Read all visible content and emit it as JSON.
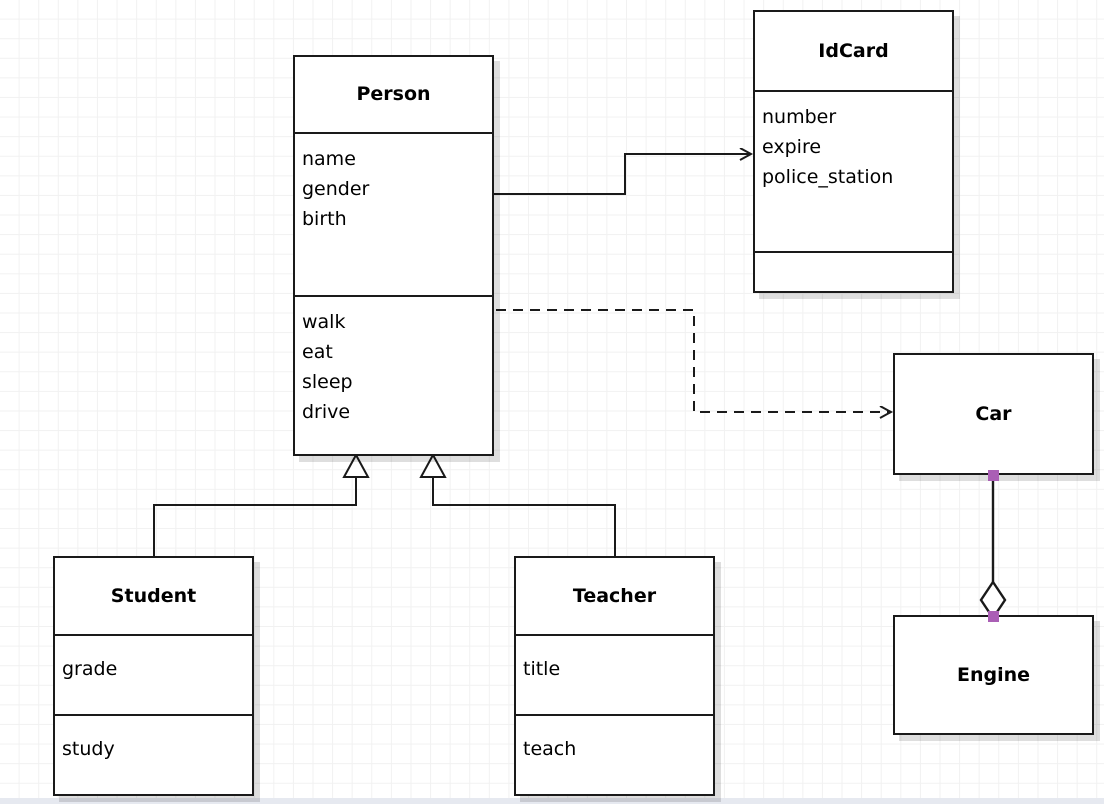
{
  "diagram": {
    "type": "uml-class-diagram",
    "background": "#ffffff",
    "grid_color": "#f1f1f1",
    "line_color": "#1a1a1a",
    "handle_color": "#aa5fb5",
    "shadow_color": "rgba(0,0,0,0.13)"
  },
  "classes": {
    "person": {
      "name": "Person",
      "attributes": [
        "name",
        "gender",
        "birth"
      ],
      "operations": [
        "walk",
        "eat",
        "sleep",
        "drive"
      ]
    },
    "idcard": {
      "name": "IdCard",
      "attributes": [
        "number",
        "expire",
        "police_station"
      ],
      "operations": []
    },
    "student": {
      "name": "Student",
      "attributes": [
        "grade"
      ],
      "operations": [
        "study"
      ]
    },
    "teacher": {
      "name": "Teacher",
      "attributes": [
        "title"
      ],
      "operations": [
        "teach"
      ]
    },
    "car": {
      "name": "Car"
    },
    "engine": {
      "name": "Engine"
    }
  },
  "relationships": [
    {
      "id": "person-idcard",
      "kind": "association",
      "style": "solid",
      "arrowhead": "open",
      "source": "Person",
      "target": "IdCard"
    },
    {
      "id": "person-car",
      "kind": "dependency",
      "style": "dashed",
      "arrowhead": "open",
      "source": "Person",
      "target": "Car"
    },
    {
      "id": "student-person",
      "kind": "generalization",
      "style": "solid",
      "arrowhead": "hollow-triangle",
      "source": "Student",
      "target": "Person"
    },
    {
      "id": "teacher-person",
      "kind": "generalization",
      "style": "solid",
      "arrowhead": "hollow-triangle",
      "source": "Teacher",
      "target": "Person"
    },
    {
      "id": "car-engine",
      "kind": "aggregation",
      "style": "solid",
      "arrowhead": "hollow-diamond",
      "source": "Car",
      "target": "Engine",
      "selected": true
    }
  ]
}
